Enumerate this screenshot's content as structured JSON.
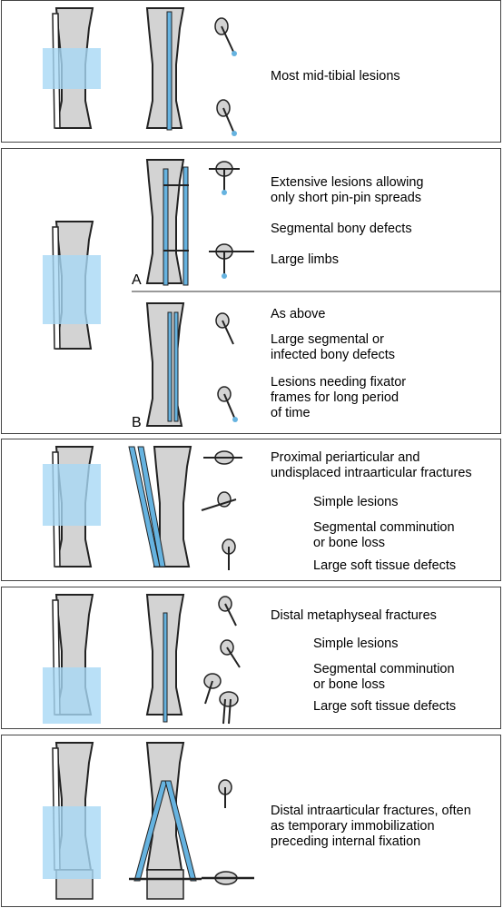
{
  "colors": {
    "bone": "#d3d3d3",
    "outline": "#222222",
    "zone": "#a8d8f5",
    "rod": "#66b3e0",
    "pin": "#2f7fb3"
  },
  "panels": [
    {
      "id": "mid-tibial",
      "texts": [
        "Most mid-tibial lesions"
      ]
    },
    {
      "id": "extensive",
      "label_a": "A",
      "texts_a": [
        "Extensive lesions allowing\nonly short pin-pin spreads",
        "Segmental bony defects",
        "Large limbs"
      ],
      "label_b": "B",
      "texts_b": [
        "As above",
        "Large segmental or\ninfected bony defects",
        "Lesions needing fixator\nframes for long period\nof time"
      ]
    },
    {
      "id": "proximal",
      "heading": "Proximal periarticular and\nundisplaced intraarticular fractures",
      "items": [
        "Simple lesions",
        "Segmental comminution\nor bone loss",
        "Large soft tissue defects"
      ]
    },
    {
      "id": "distal-metaphyseal",
      "heading": "Distal metaphyseal fractures",
      "items": [
        "Simple lesions",
        "Segmental comminution\nor bone loss",
        "Large soft tissue defects"
      ]
    },
    {
      "id": "distal-intraarticular",
      "texts": [
        "Distal intraarticular fractures, often\nas temporary immobilization\npreceding internal fixation"
      ]
    }
  ]
}
